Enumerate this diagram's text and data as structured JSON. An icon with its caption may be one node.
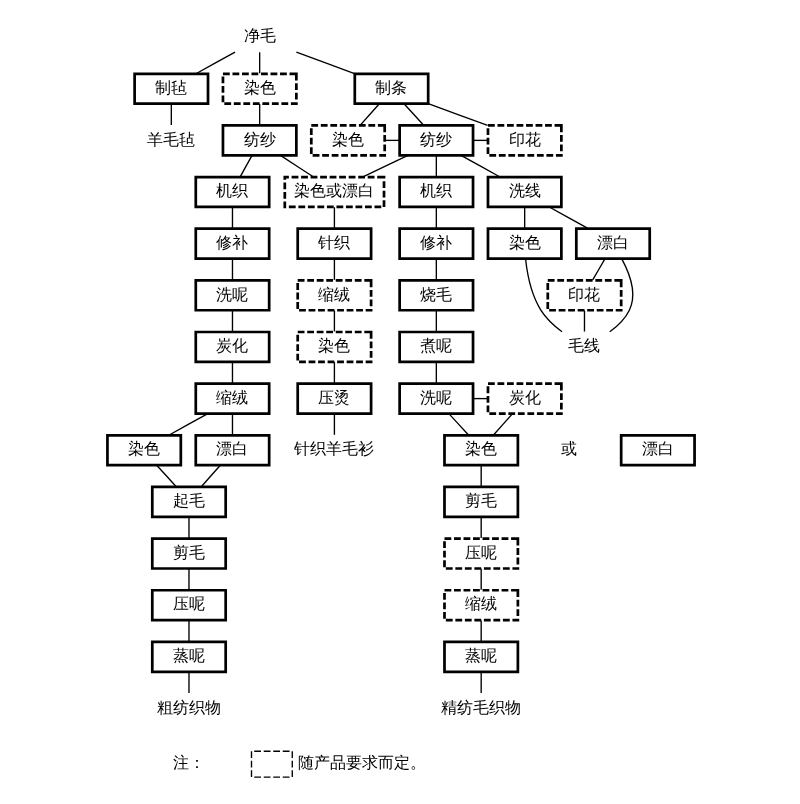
{
  "diagram": {
    "nodes": [
      {
        "text": [
          "净毛"
        ]
      },
      {
        "text": [
          "制毡"
        ]
      },
      {
        "text": [
          "羊毛毡"
        ]
      },
      {
        "text": [
          "染色"
        ]
      },
      {
        "text": [
          "纺纱"
        ]
      },
      {
        "text": [
          "机织"
        ]
      },
      {
        "text": [
          "修补"
        ]
      },
      {
        "text": [
          "洗呢"
        ]
      },
      {
        "text": [
          "炭化"
        ]
      },
      {
        "text": [
          "缩绒"
        ]
      },
      {
        "text": [
          "染色"
        ]
      },
      {
        "text": [
          "漂白"
        ]
      },
      {
        "text": [
          "起毛"
        ]
      },
      {
        "text": [
          "剪毛"
        ]
      },
      {
        "text": [
          "压呢"
        ]
      },
      {
        "text": [
          "蒸呢"
        ]
      },
      {
        "text": [
          "粗纺织物"
        ]
      },
      {
        "text": [
          "染色或漂白"
        ]
      },
      {
        "text": [
          "针织"
        ]
      },
      {
        "text": [
          "缩绒"
        ]
      },
      {
        "text": [
          "染色"
        ]
      },
      {
        "text": [
          "压烫"
        ]
      },
      {
        "text": [
          "针织羊毛衫"
        ]
      },
      {
        "text": [
          "制条"
        ]
      },
      {
        "text": [
          "染色"
        ]
      },
      {
        "text": [
          "纺纱"
        ]
      },
      {
        "text": [
          "印花"
        ]
      },
      {
        "text": [
          "机织"
        ]
      },
      {
        "text": [
          "修补"
        ]
      },
      {
        "text": [
          "烧毛"
        ]
      },
      {
        "text": [
          "煮呢"
        ]
      },
      {
        "text": [
          "洗呢"
        ]
      },
      {
        "text": [
          "炭化"
        ]
      },
      {
        "text": [
          "染色"
        ]
      },
      {
        "text": [
          "漂白"
        ]
      },
      {
        "text": [
          "剪毛"
        ]
      },
      {
        "text": [
          "压呢"
        ]
      },
      {
        "text": [
          "缩绒"
        ]
      },
      {
        "text": [
          "蒸呢"
        ]
      },
      {
        "text": [
          "精纺毛织物"
        ]
      },
      {
        "text": [
          "洗线"
        ]
      },
      {
        "text": [
          "染色"
        ]
      },
      {
        "text": [
          "漂白"
        ]
      },
      {
        "text": [
          "印花"
        ]
      },
      {
        "text": [
          "毛线"
        ]
      }
    ],
    "edges": [
      {
        "from": 0,
        "to": 1,
        "arrow": "none"
      },
      {
        "from": 0,
        "to": 3,
        "arrow": "none"
      },
      {
        "from": 0,
        "to": 23,
        "arrow": "none"
      },
      {
        "from": 1,
        "to": 2,
        "arrow": "none"
      },
      {
        "from": 3,
        "to": 4,
        "arrow": "none"
      },
      {
        "from": 4,
        "to": 5,
        "arrow": "none"
      },
      {
        "from": 4,
        "to": 17,
        "arrow": "none"
      },
      {
        "from": 5,
        "to": 6,
        "arrow": "none"
      },
      {
        "from": 6,
        "to": 7,
        "arrow": "none"
      },
      {
        "from": 7,
        "to": 8,
        "arrow": "none"
      },
      {
        "from": 8,
        "to": 9,
        "arrow": "none"
      },
      {
        "from": 9,
        "to": 10,
        "arrow": "none"
      },
      {
        "from": 9,
        "to": 11,
        "arrow": "none"
      },
      {
        "from": 10,
        "to": 12,
        "arrow": "none"
      },
      {
        "from": 11,
        "to": 12,
        "arrow": "none"
      },
      {
        "from": 12,
        "to": 13,
        "arrow": "none"
      },
      {
        "from": 13,
        "to": 14,
        "arrow": "none"
      },
      {
        "from": 14,
        "to": 15,
        "arrow": "none"
      },
      {
        "from": 15,
        "to": 16,
        "arrow": "none"
      },
      {
        "from": 17,
        "to": 18,
        "arrow": "none"
      },
      {
        "from": 18,
        "to": 19,
        "arrow": "none"
      },
      {
        "from": 19,
        "to": 20,
        "arrow": "none"
      },
      {
        "from": 20,
        "to": 21,
        "arrow": "none"
      },
      {
        "from": 21,
        "to": 22,
        "arrow": "none"
      },
      {
        "from": 23,
        "to": 24,
        "arrow": "none"
      },
      {
        "from": 23,
        "to": 25,
        "arrow": "none"
      },
      {
        "from": 23,
        "to": 26,
        "arrow": "none"
      },
      {
        "from": 24,
        "to": 25,
        "arrow": "none"
      },
      {
        "from": 25,
        "to": 26,
        "arrow": "none"
      },
      {
        "from": 25,
        "to": 17,
        "arrow": "none"
      },
      {
        "from": 25,
        "to": 27,
        "arrow": "none"
      },
      {
        "from": 25,
        "to": 40,
        "arrow": "none"
      },
      {
        "from": 27,
        "to": 28,
        "arrow": "none"
      },
      {
        "from": 28,
        "to": 29,
        "arrow": "none"
      },
      {
        "from": 29,
        "to": 30,
        "arrow": "none"
      },
      {
        "from": 30,
        "to": 31,
        "arrow": "none"
      },
      {
        "from": 31,
        "to": 32,
        "arrow": "none"
      },
      {
        "from": 32,
        "to": 33,
        "arrow": "none"
      },
      {
        "from": 31,
        "to": 33,
        "arrow": "none"
      },
      {
        "from": 33,
        "to": 35,
        "arrow": "none"
      },
      {
        "from": 35,
        "to": 36,
        "arrow": "none"
      },
      {
        "from": 36,
        "to": 37,
        "arrow": "none"
      },
      {
        "from": 37,
        "to": 38,
        "arrow": "none"
      },
      {
        "from": 38,
        "to": 39,
        "arrow": "none"
      },
      {
        "from": 40,
        "to": 41,
        "arrow": "none"
      },
      {
        "from": 40,
        "to": 42,
        "arrow": "none"
      },
      {
        "from": 41,
        "to": 44,
        "arrow": "none"
      },
      {
        "from": 42,
        "to": 44,
        "arrow": "none"
      },
      {
        "from": 42,
        "to": 43,
        "arrow": "none"
      },
      {
        "from": 43,
        "to": 44,
        "arrow": "none"
      }
    ],
    "labels": [
      "或",
      "注："
    ],
    "legend": [
      {
        "text": "随产品要求而定。"
      }
    ]
  }
}
